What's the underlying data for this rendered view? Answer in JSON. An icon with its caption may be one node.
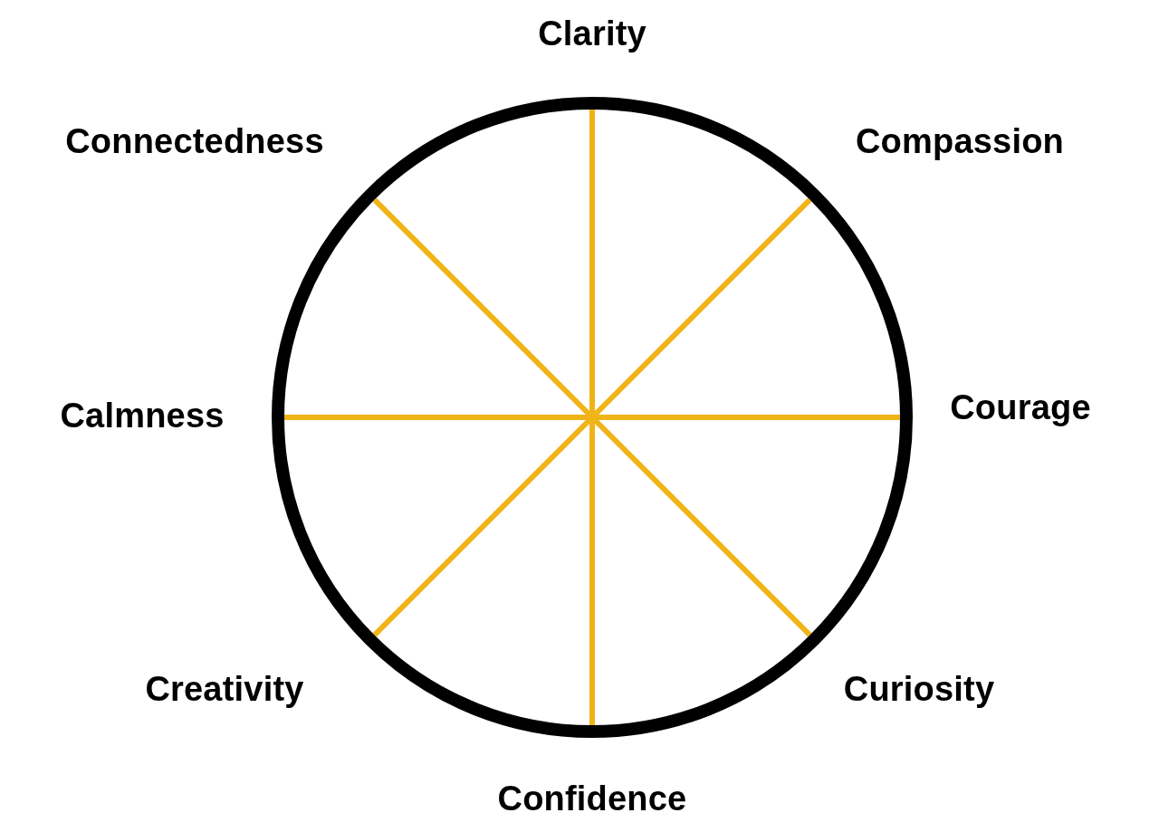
{
  "diagram": {
    "labels": [
      "Clarity",
      "Compassion",
      "Courage",
      "Curiosity",
      "Confidence",
      "Creativity",
      "Calmness",
      "Connectedness"
    ]
  }
}
